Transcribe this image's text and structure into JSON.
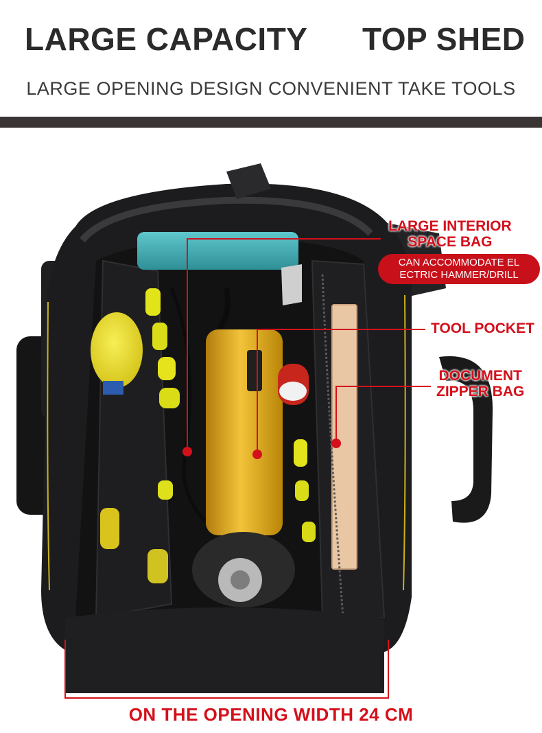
{
  "header": {
    "title_left": "LARGE CAPACITY",
    "title_right": "TOP SHED",
    "subtitle": "LARGE OPENING DESIGN CONVENIENT TAKE TOOLS"
  },
  "callouts": {
    "interior": {
      "line1": "LARGE INTERIOR",
      "line2": "SPACE BAG"
    },
    "interior_note": {
      "line1": "CAN ACCOMMODATE EL",
      "line2": "ECTRIC HAMMER/DRILL"
    },
    "tool_pocket": "TOOL POCKET",
    "document": {
      "line1": "DOCUMENT",
      "line2": "ZIPPER BAG"
    }
  },
  "dimension": {
    "label": "ON THE OPENING WIDTH 24 CM"
  },
  "colors": {
    "accent_red": "#d4101b",
    "band": "#3b3434",
    "bag": "#1c1c1e",
    "tool_yellow": "#e7b51a"
  },
  "icons": [
    "tool-bag-photo"
  ]
}
